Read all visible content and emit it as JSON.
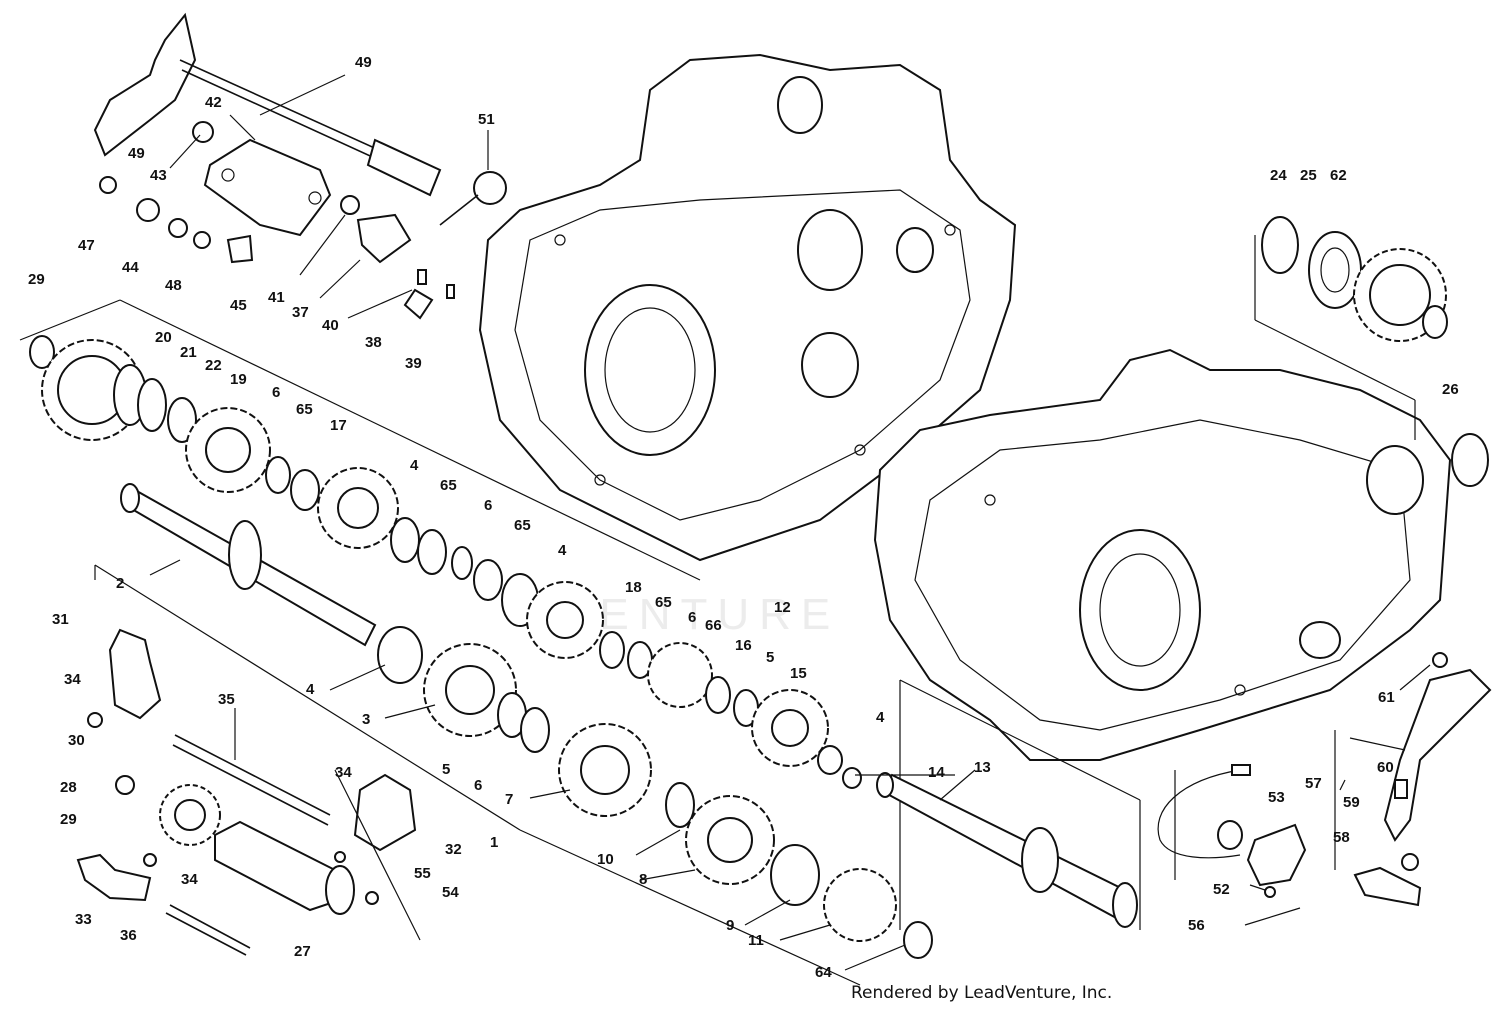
{
  "credit": "Rendered by LeadVenture, Inc.",
  "watermark": "VENTURE",
  "callouts": [
    {
      "id": "49a",
      "text": "49"
    },
    {
      "id": "42",
      "text": "42"
    },
    {
      "id": "51",
      "text": "51"
    },
    {
      "id": "49b",
      "text": "49"
    },
    {
      "id": "43",
      "text": "43"
    },
    {
      "id": "47",
      "text": "47"
    },
    {
      "id": "44",
      "text": "44"
    },
    {
      "id": "48",
      "text": "48"
    },
    {
      "id": "45",
      "text": "45"
    },
    {
      "id": "41",
      "text": "41"
    },
    {
      "id": "37",
      "text": "37"
    },
    {
      "id": "40",
      "text": "40"
    },
    {
      "id": "38",
      "text": "38"
    },
    {
      "id": "39",
      "text": "39"
    },
    {
      "id": "29a",
      "text": "29"
    },
    {
      "id": "20",
      "text": "20"
    },
    {
      "id": "21",
      "text": "21"
    },
    {
      "id": "22",
      "text": "22"
    },
    {
      "id": "19",
      "text": "19"
    },
    {
      "id": "6a",
      "text": "6"
    },
    {
      "id": "65a",
      "text": "65"
    },
    {
      "id": "17",
      "text": "17"
    },
    {
      "id": "4a",
      "text": "4"
    },
    {
      "id": "65b",
      "text": "65"
    },
    {
      "id": "6b",
      "text": "6"
    },
    {
      "id": "65c",
      "text": "65"
    },
    {
      "id": "4b",
      "text": "4"
    },
    {
      "id": "18",
      "text": "18"
    },
    {
      "id": "65d",
      "text": "65"
    },
    {
      "id": "6c",
      "text": "6"
    },
    {
      "id": "66",
      "text": "66"
    },
    {
      "id": "16",
      "text": "16"
    },
    {
      "id": "5a",
      "text": "5"
    },
    {
      "id": "12",
      "text": "12"
    },
    {
      "id": "15",
      "text": "15"
    },
    {
      "id": "4c",
      "text": "4"
    },
    {
      "id": "14",
      "text": "14"
    },
    {
      "id": "13",
      "text": "13"
    },
    {
      "id": "2",
      "text": "2"
    },
    {
      "id": "31",
      "text": "31"
    },
    {
      "id": "34a",
      "text": "34"
    },
    {
      "id": "35",
      "text": "35"
    },
    {
      "id": "4d",
      "text": "4"
    },
    {
      "id": "3",
      "text": "3"
    },
    {
      "id": "30",
      "text": "30"
    },
    {
      "id": "5b",
      "text": "5"
    },
    {
      "id": "6d",
      "text": "6"
    },
    {
      "id": "7",
      "text": "7"
    },
    {
      "id": "28",
      "text": "28"
    },
    {
      "id": "29b",
      "text": "29"
    },
    {
      "id": "34b",
      "text": "34"
    },
    {
      "id": "32",
      "text": "32"
    },
    {
      "id": "1",
      "text": "1"
    },
    {
      "id": "10",
      "text": "10"
    },
    {
      "id": "8",
      "text": "8"
    },
    {
      "id": "55",
      "text": "55"
    },
    {
      "id": "34c",
      "text": "34"
    },
    {
      "id": "33",
      "text": "33"
    },
    {
      "id": "54",
      "text": "54"
    },
    {
      "id": "9",
      "text": "9"
    },
    {
      "id": "11",
      "text": "11"
    },
    {
      "id": "36",
      "text": "36"
    },
    {
      "id": "27",
      "text": "27"
    },
    {
      "id": "64",
      "text": "64"
    },
    {
      "id": "24",
      "text": "24"
    },
    {
      "id": "25",
      "text": "25"
    },
    {
      "id": "62",
      "text": "62"
    },
    {
      "id": "26",
      "text": "26"
    },
    {
      "id": "61",
      "text": "61"
    },
    {
      "id": "60",
      "text": "60"
    },
    {
      "id": "57",
      "text": "57"
    },
    {
      "id": "53",
      "text": "53"
    },
    {
      "id": "59",
      "text": "59"
    },
    {
      "id": "58",
      "text": "58"
    },
    {
      "id": "52",
      "text": "52"
    },
    {
      "id": "56",
      "text": "56"
    }
  ]
}
